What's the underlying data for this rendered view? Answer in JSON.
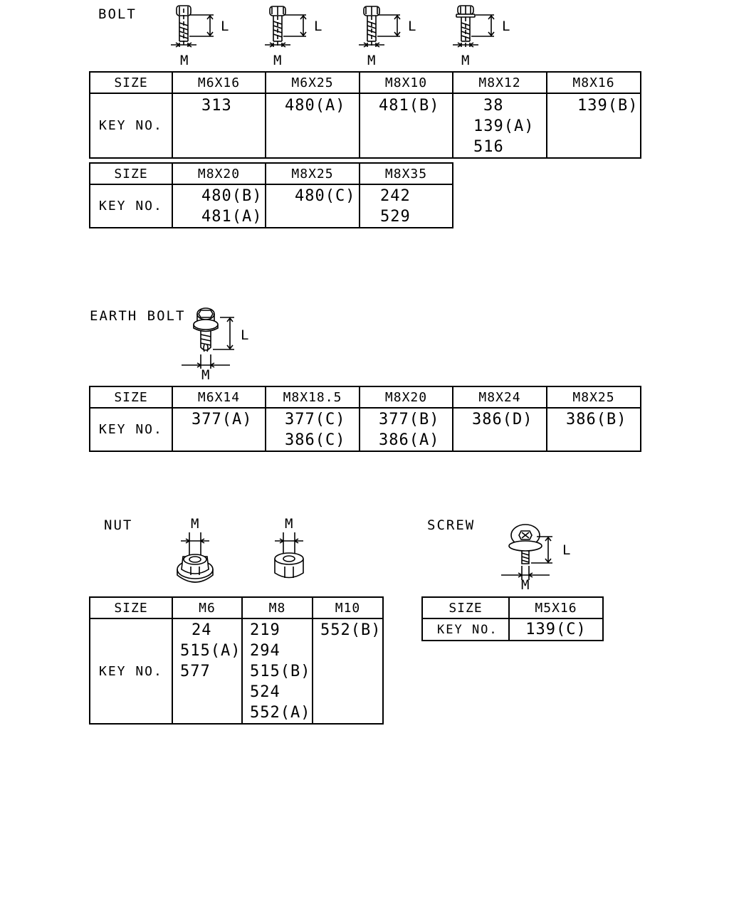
{
  "bolt": {
    "title": "BOLT",
    "dim_l": "L",
    "dim_m": "M",
    "size_header": "SIZE",
    "key_header": "KEY NO.",
    "table1": [
      {
        "size": "M6X16",
        "keys": [
          "313"
        ]
      },
      {
        "size": "M6X25",
        "keys": [
          "480(A)"
        ]
      },
      {
        "size": "M8X10",
        "keys": [
          "481(B)"
        ]
      },
      {
        "size": "M8X12",
        "keys": [
          "38",
          "139(A)",
          "516"
        ]
      },
      {
        "size": "M8X16",
        "keys": [
          "139(B)"
        ]
      }
    ],
    "table2": [
      {
        "size": "M8X20",
        "keys": [
          "480(B)",
          "481(A)"
        ]
      },
      {
        "size": "M8X25",
        "keys": [
          "480(C)"
        ]
      },
      {
        "size": "M8X35",
        "keys": [
          "242",
          "529"
        ]
      }
    ]
  },
  "earth_bolt": {
    "title": "EARTH BOLT",
    "dim_l": "L",
    "dim_m": "M",
    "size_header": "SIZE",
    "key_header": "KEY NO.",
    "table": [
      {
        "size": "M6X14",
        "keys": [
          "377(A)"
        ]
      },
      {
        "size": "M8X18.5",
        "keys": [
          "377(C)",
          "386(C)"
        ]
      },
      {
        "size": "M8X20",
        "keys": [
          "377(B)",
          "386(A)"
        ]
      },
      {
        "size": "M8X24",
        "keys": [
          "386(D)"
        ]
      },
      {
        "size": "M8X25",
        "keys": [
          "386(B)"
        ]
      }
    ]
  },
  "nut": {
    "title": "NUT",
    "dim_m": "M",
    "size_header": "SIZE",
    "key_header": "KEY NO.",
    "table": [
      {
        "size": "M6",
        "keys": [
          "24",
          "515(A)",
          "577"
        ]
      },
      {
        "size": "M8",
        "keys": [
          "219",
          "294",
          "515(B)",
          "524",
          "552(A)"
        ]
      },
      {
        "size": "M10",
        "keys": [
          "552(B)"
        ]
      }
    ]
  },
  "screw": {
    "title": "SCREW",
    "dim_l": "L",
    "dim_m": "M",
    "size_header": "SIZE",
    "key_header": "KEY NO.",
    "table": [
      {
        "size": "M5X16",
        "keys": [
          "139(C)"
        ]
      }
    ]
  }
}
